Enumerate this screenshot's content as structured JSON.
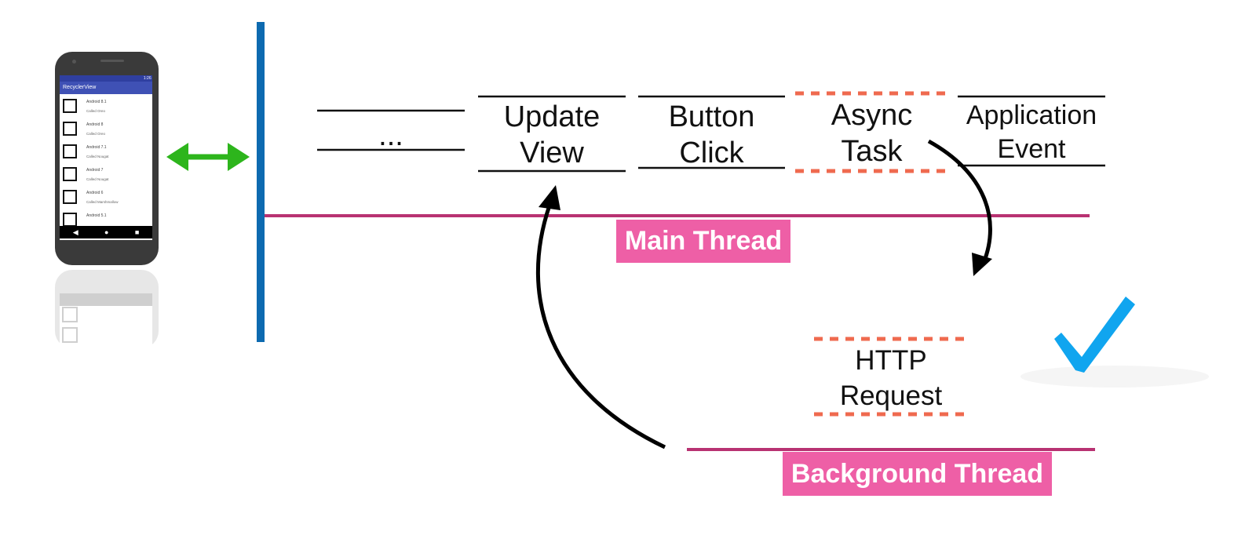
{
  "phone": {
    "app_title": "RecyclerView",
    "status_time": "1:26",
    "list_items": [
      {
        "title": "Android 8.1",
        "subtitle": "Called Oreo"
      },
      {
        "title": "Android 8",
        "subtitle": "Called Oreo"
      },
      {
        "title": "Android 7.1",
        "subtitle": "Called Nougat"
      },
      {
        "title": "Android 7",
        "subtitle": "Called Nougat"
      },
      {
        "title": "Android 6",
        "subtitle": "Called Marshmallow"
      },
      {
        "title": "Android 5.1",
        "subtitle": ""
      }
    ],
    "nav_buttons": [
      "◀",
      "●",
      "■"
    ]
  },
  "queue": {
    "ellipsis": "...",
    "tasks": [
      {
        "line1": "Update",
        "line2": "View"
      },
      {
        "line1": "Button",
        "line2": "Click"
      },
      {
        "line1": "Async",
        "line2": "Task"
      },
      {
        "line1": "Application",
        "line2": "Event"
      }
    ]
  },
  "labels": {
    "main_thread": "Main Thread",
    "background_thread": "Background Thread"
  },
  "background": {
    "task": {
      "line1": "HTTP",
      "line2": "Request"
    }
  },
  "colors": {
    "main_axis": "#0d6ab0",
    "thread_line": "#b83272",
    "tag_bg": "#ee5fa6",
    "dashed": "#ef6a4f",
    "arrow_green": "#2db51c",
    "check_blue": "#10a5ef"
  },
  "icons": {
    "double_arrow": "double-arrow-icon",
    "check": "checkmark-icon"
  }
}
